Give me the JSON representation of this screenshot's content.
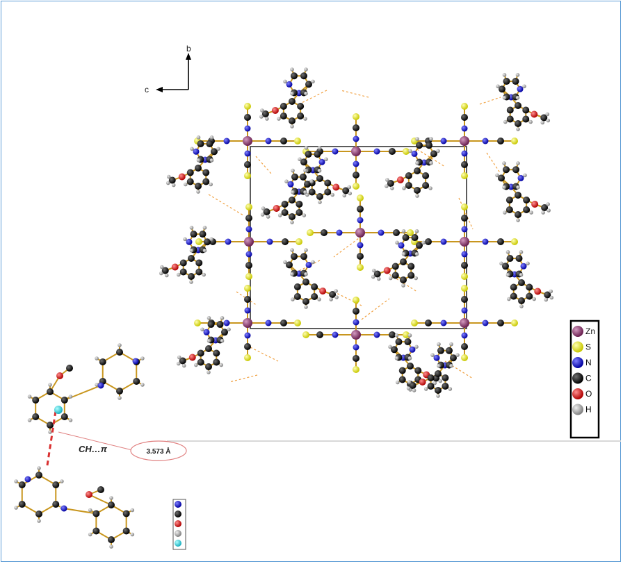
{
  "axes": {
    "b_label": "b",
    "c_label": "c"
  },
  "legend": {
    "items": [
      {
        "symbol": "Zn",
        "color": "#8b3a6b"
      },
      {
        "symbol": "S",
        "color": "#f2f200"
      },
      {
        "symbol": "N",
        "color": "#1010e0"
      },
      {
        "symbol": "C",
        "color": "#111111"
      },
      {
        "symbol": "O",
        "color": "#e00000"
      },
      {
        "symbol": "H",
        "color": "#9a9a9a"
      }
    ]
  },
  "inset": {
    "interaction_label": "CH…π",
    "distance_label": "3.573 Å",
    "centroid_color": "#36d6e0",
    "dashed_color": "#d93030"
  },
  "colors": {
    "bond": "#c8961e",
    "hbond": "#f0a040",
    "cell": "#333333",
    "frame": "#5b9bd5"
  }
}
